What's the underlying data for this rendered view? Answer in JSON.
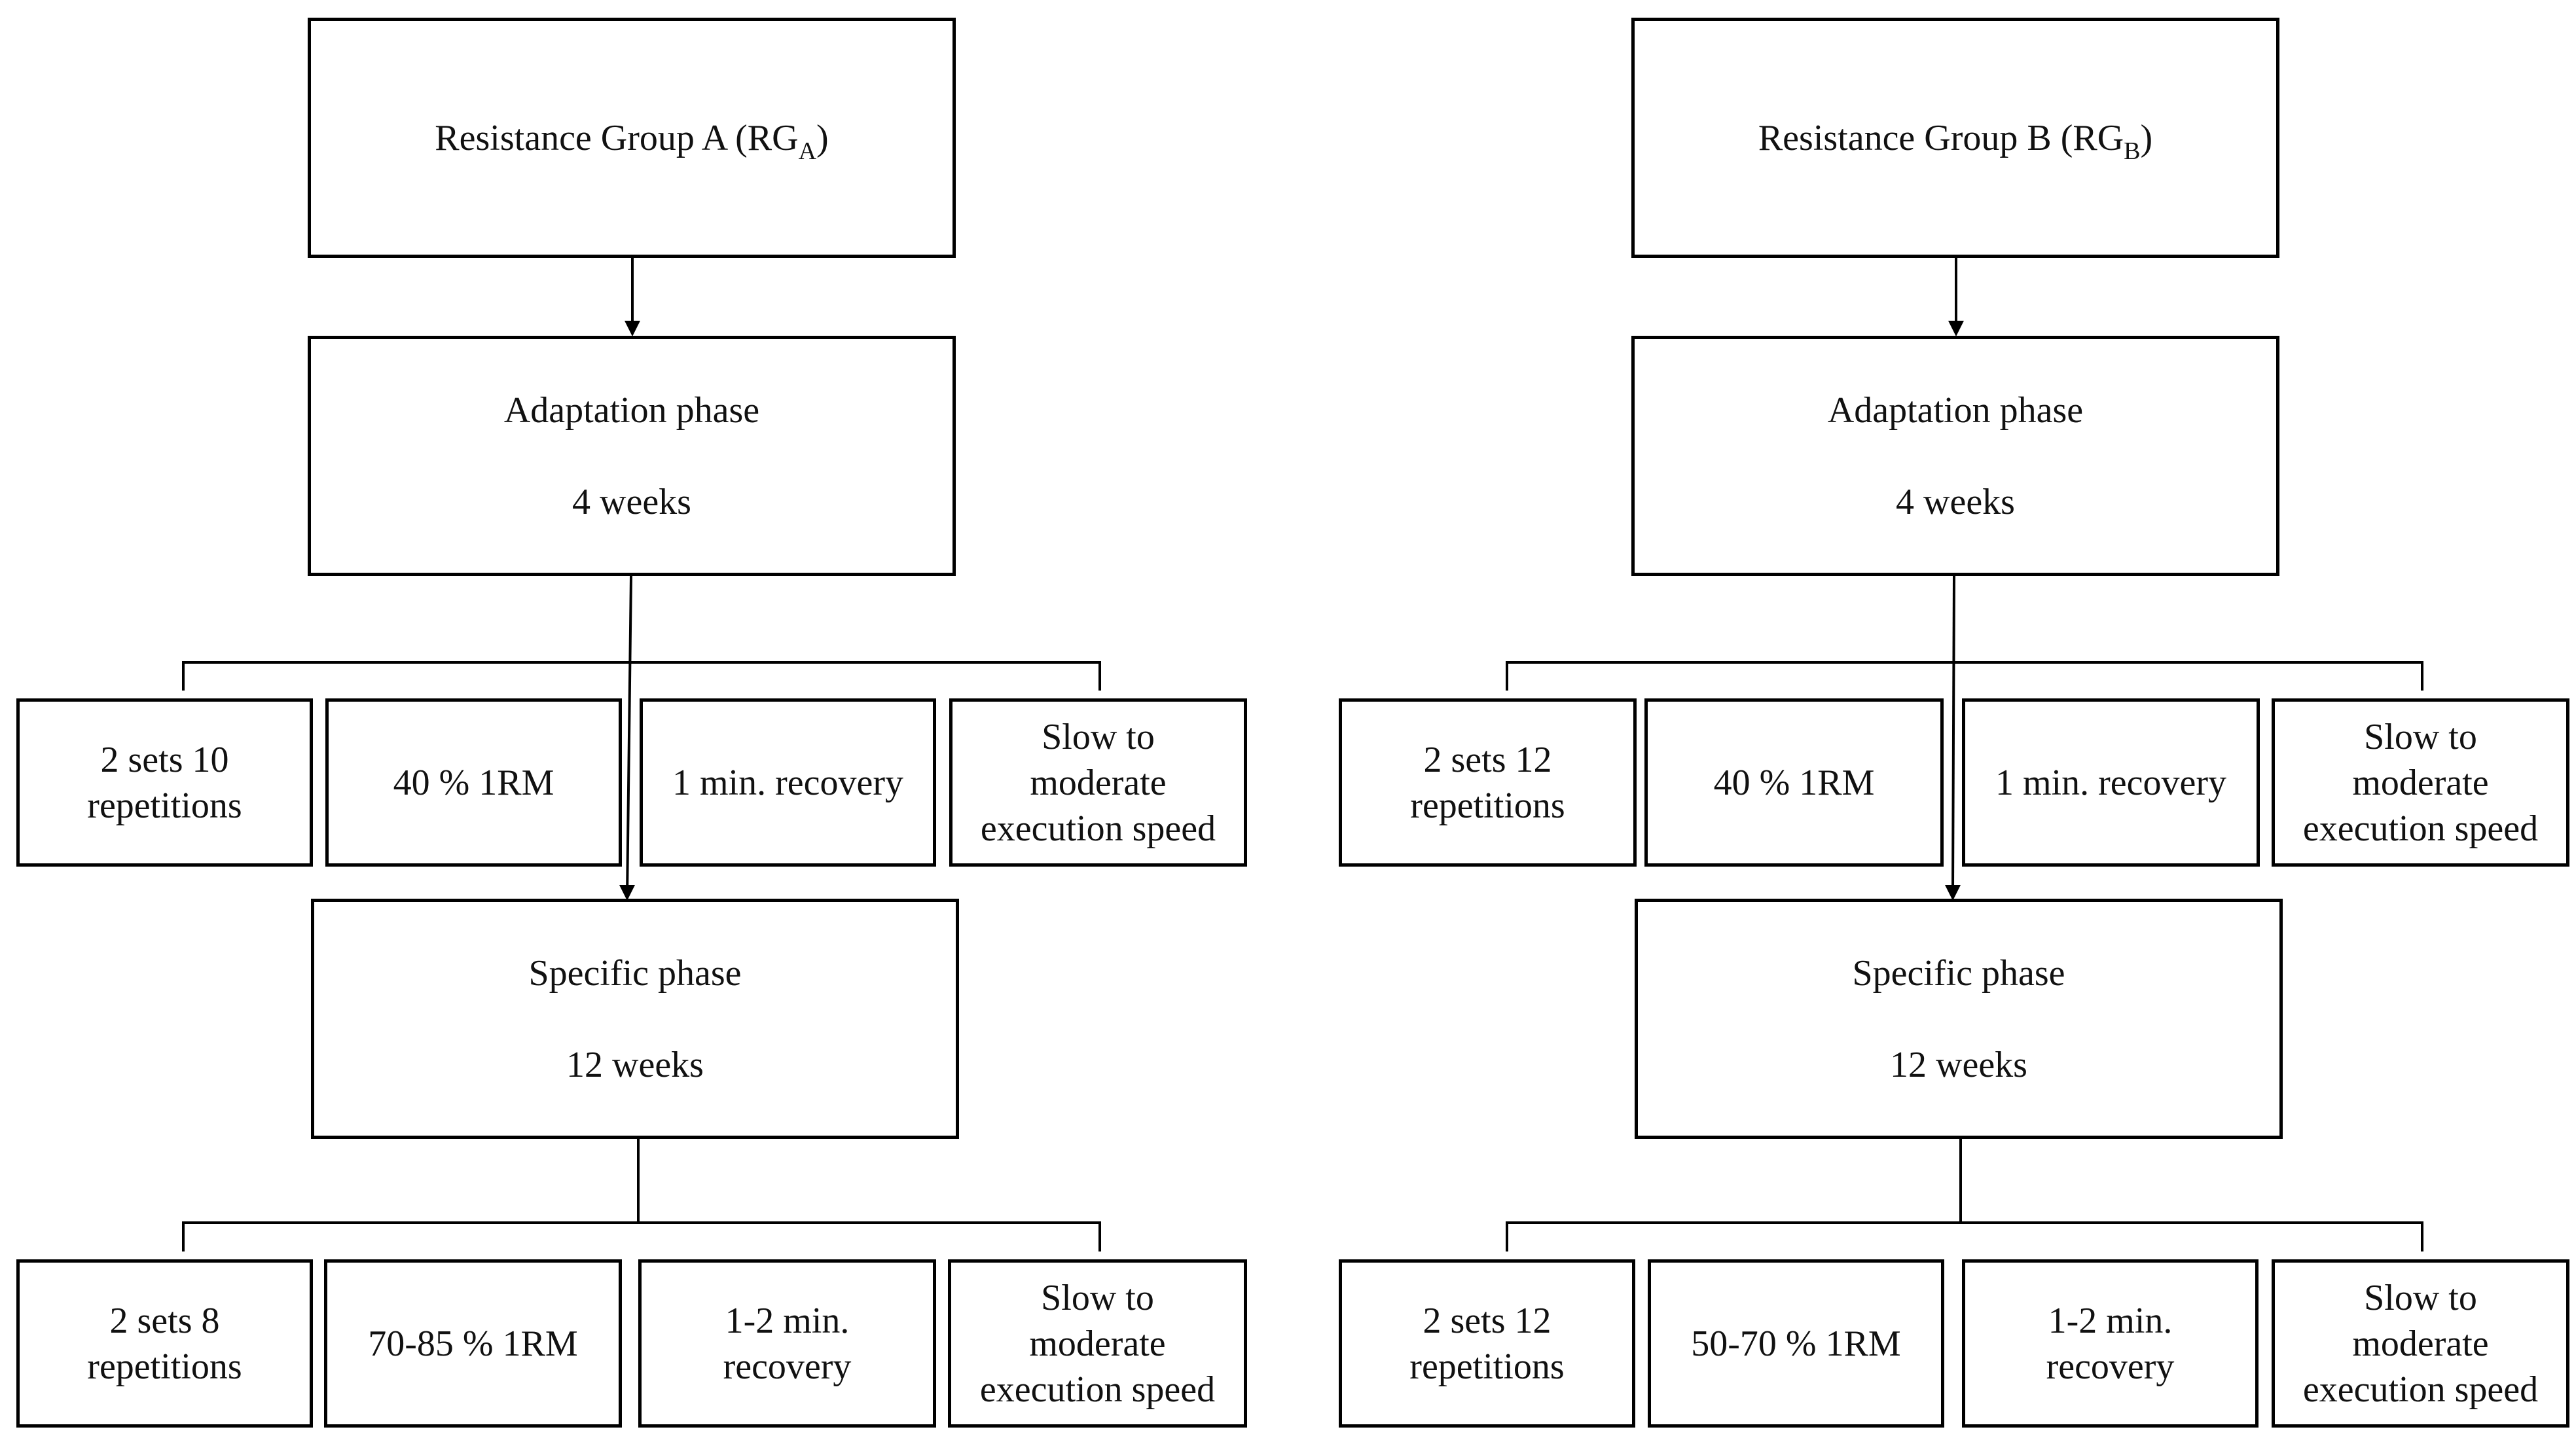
{
  "groups": [
    {
      "title": "Resistance Group A (RG",
      "title_sub": "A",
      "title_end": ")",
      "adaptation": {
        "name": "Adaptation phase",
        "duration": "4 weeks",
        "params": [
          "2 sets 10\nrepetitions",
          "40 % 1RM",
          "1 min. recovery",
          "Slow to\nmoderate\nexecution speed"
        ]
      },
      "specific": {
        "name": "Specific phase",
        "duration": "12 weeks",
        "params": [
          "2 sets 8\nrepetitions",
          "70-85 % 1RM",
          "1-2 min.\nrecovery",
          "Slow to\nmoderate\nexecution speed"
        ]
      }
    },
    {
      "title": "Resistance Group B (RG",
      "title_sub": "B",
      "title_end": ")",
      "adaptation": {
        "name": "Adaptation phase",
        "duration": "4 weeks",
        "params": [
          "2 sets 12\nrepetitions",
          "40 % 1RM",
          "1 min. recovery",
          "Slow to\nmoderate\nexecution speed"
        ]
      },
      "specific": {
        "name": "Specific phase",
        "duration": "12 weeks",
        "params": [
          "2 sets 12\nrepetitions",
          "50-70 % 1RM",
          "1-2 min.\nrecovery",
          "Slow to\nmoderate\nexecution speed"
        ]
      }
    }
  ]
}
